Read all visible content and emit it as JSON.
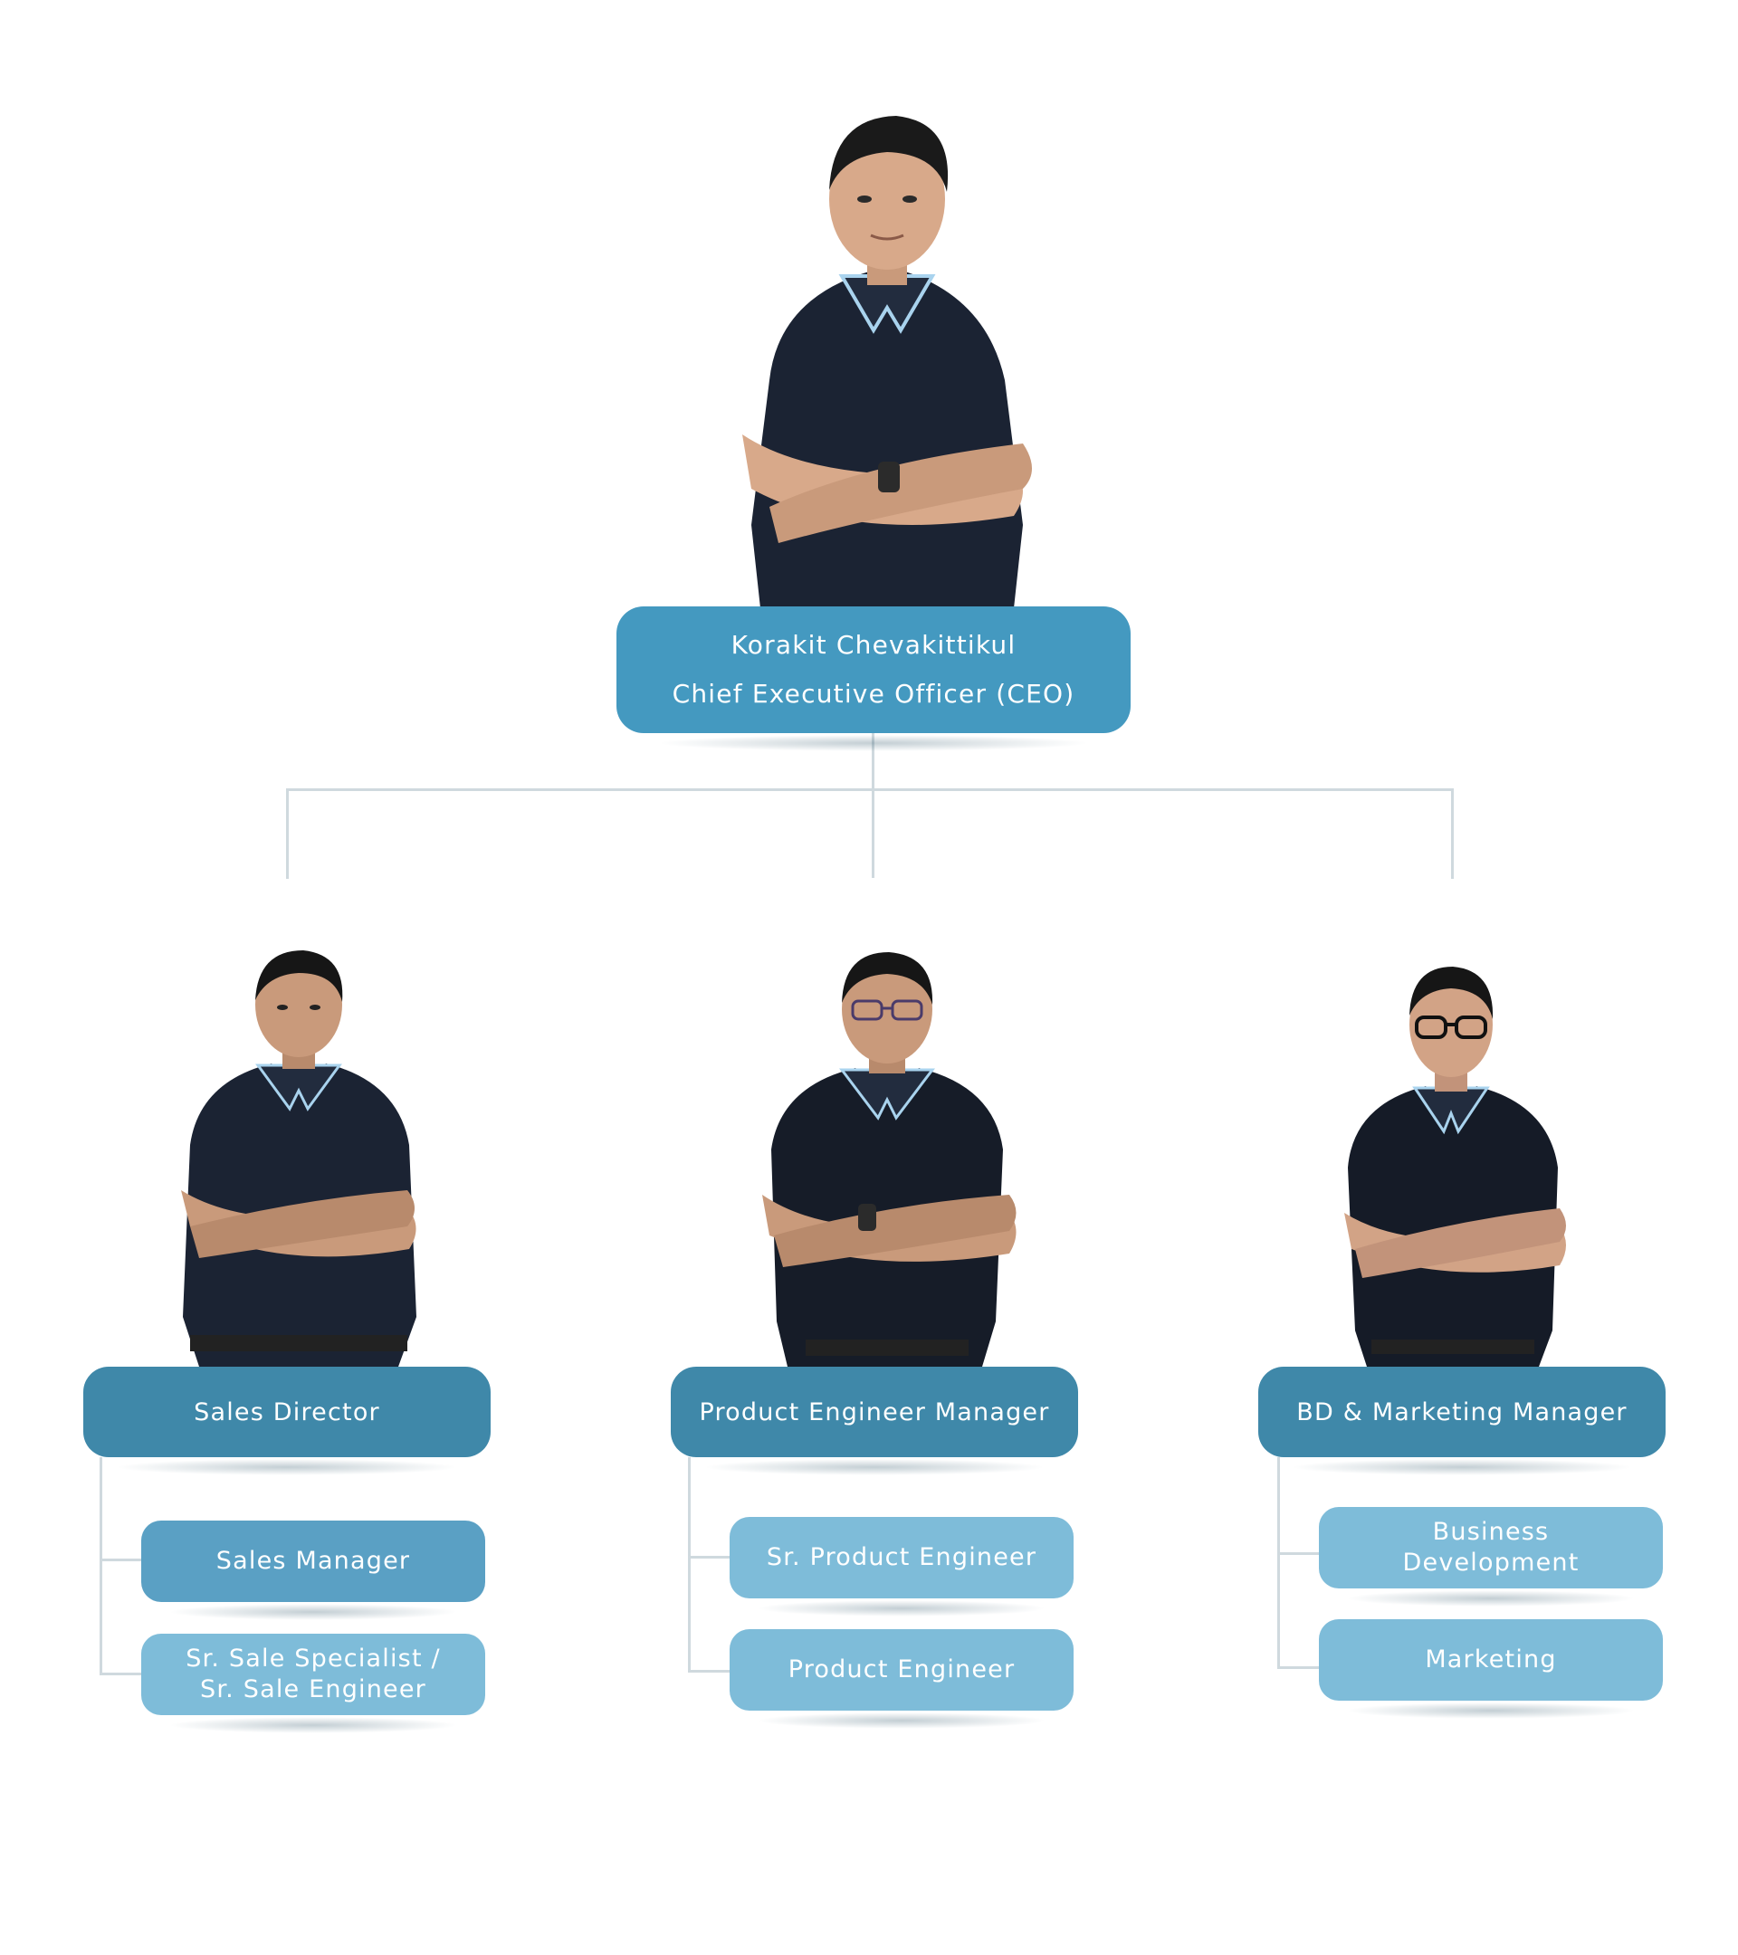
{
  "ceo": {
    "name": "Korakit Chevakittikul",
    "title": "Chief Executive Officer (CEO)"
  },
  "managers": [
    {
      "title": "Sales Director",
      "subs": [
        [
          "Sales Manager"
        ],
        [
          "Sr. Sale Specialist /",
          "Sr. Sale Engineer"
        ]
      ]
    },
    {
      "title": "Product Engineer Manager",
      "subs": [
        [
          "Sr. Product Engineer"
        ],
        [
          "Product Engineer"
        ]
      ]
    },
    {
      "title": "BD & Marketing Manager",
      "subs": [
        [
          "Business",
          "Development"
        ],
        [
          "Marketing"
        ]
      ]
    }
  ],
  "colors": {
    "ceo_box": "#4499c0",
    "manager_box": "#3f88a9",
    "sub_box_dark": "#5aa0c4",
    "sub_box_light": "#7ebcd9",
    "connector": "#cfd9de",
    "shirt": "#1b2333"
  }
}
